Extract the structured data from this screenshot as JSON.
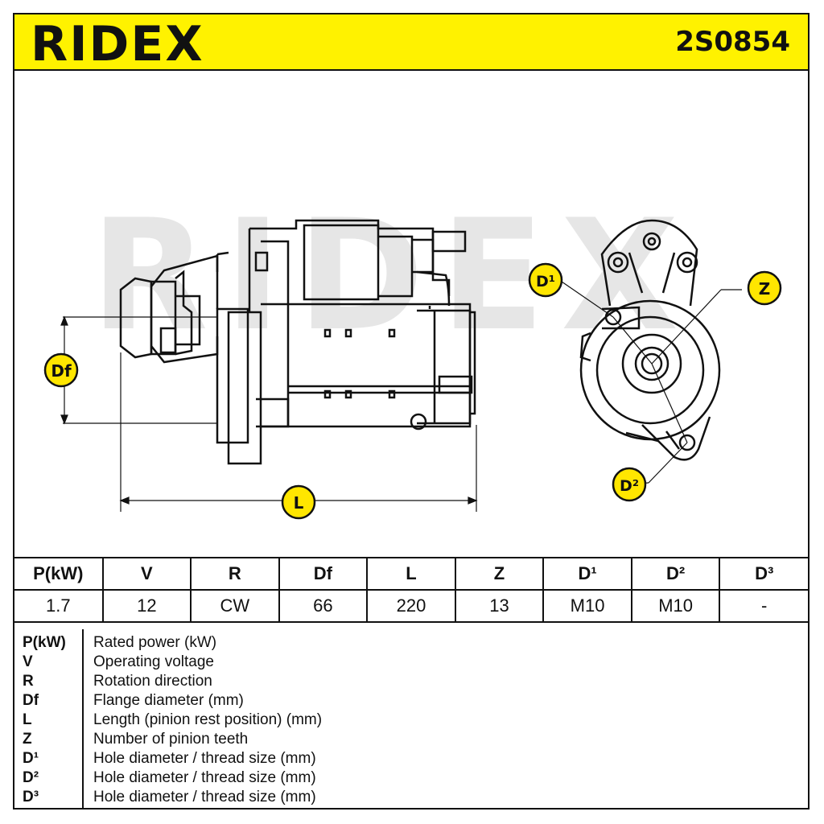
{
  "header": {
    "brand": "RIDEX",
    "part_number": "2S0854"
  },
  "drawing": {
    "watermark": "RIDEX",
    "callouts": {
      "df": "Df",
      "l": "L",
      "d1": "D¹",
      "z": "Z",
      "d2": "D²"
    }
  },
  "specs": {
    "headers": [
      "P(kW)",
      "V",
      "R",
      "Df",
      "L",
      "Z",
      "D¹",
      "D²",
      "D³"
    ],
    "values": [
      "1.7",
      "12",
      "CW",
      "66",
      "220",
      "13",
      "M10",
      "M10",
      "-"
    ]
  },
  "legend": [
    {
      "key": "P(kW)",
      "desc": "Rated power (kW)"
    },
    {
      "key": "V",
      "desc": "Operating voltage"
    },
    {
      "key": "R",
      "desc": "Rotation direction"
    },
    {
      "key": "Df",
      "desc": "Flange diameter (mm)"
    },
    {
      "key": "L",
      "desc": "Length (pinion rest position) (mm)"
    },
    {
      "key": "Z",
      "desc": "Number of pinion teeth"
    },
    {
      "key": "D¹",
      "desc": "Hole diameter / thread size (mm)"
    },
    {
      "key": "D²",
      "desc": "Hole diameter / thread size (mm)"
    },
    {
      "key": "D³",
      "desc": "Hole diameter / thread size (mm)"
    }
  ],
  "colors": {
    "accent": "#fff200",
    "callout": "#ffe600",
    "line": "#111111",
    "watermark": "#e6e6e6"
  }
}
